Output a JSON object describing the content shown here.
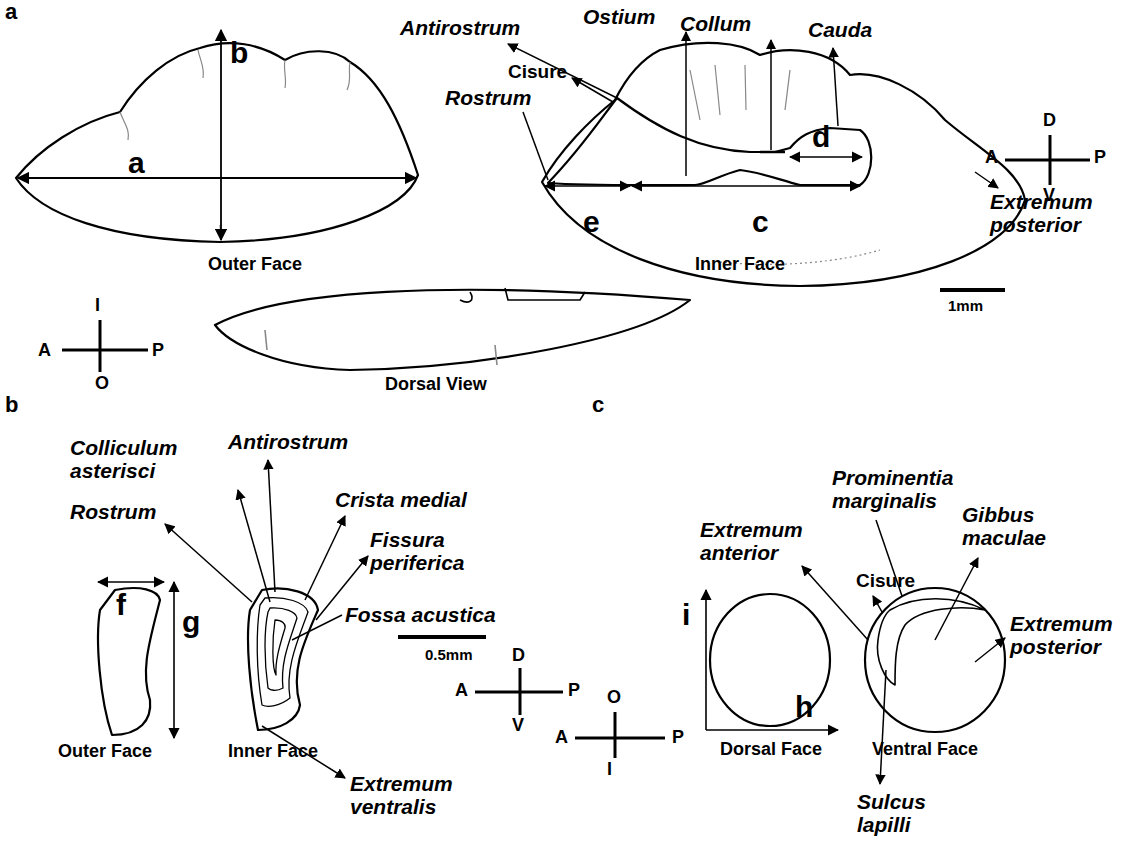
{
  "diagram": {
    "labels": [
      "a",
      "Outer Face",
      "a",
      "b",
      "I",
      "A",
      "P",
      "O",
      "Dorsal View",
      "Antirostrum",
      "Ostium",
      "Collum",
      "Cauda",
      "Cisure",
      "Rostrum",
      "d",
      "e",
      "c",
      "Inner Face",
      "Extremum posterior",
      "D",
      "A",
      "P",
      "V",
      "1mm",
      "b",
      "Colliculum asterisci",
      "Rostrum",
      "Antirostrum",
      "Crista medial",
      "Fissura periferica",
      "Fossa acustica",
      "0.5mm",
      "f",
      "g",
      "Outer Face",
      "Inner Face",
      "Extremum ventralis",
      "D",
      "A",
      "P",
      "V",
      "c",
      "Prominentia marginalis",
      "Extremum anterior",
      "Gibbus maculae",
      "Cisure",
      "Extremum posterior",
      "i",
      "h",
      "Dorsal Face",
      "Ventral Face",
      "Sulcus lapilli",
      "O",
      "A",
      "P",
      "I"
    ]
  }
}
